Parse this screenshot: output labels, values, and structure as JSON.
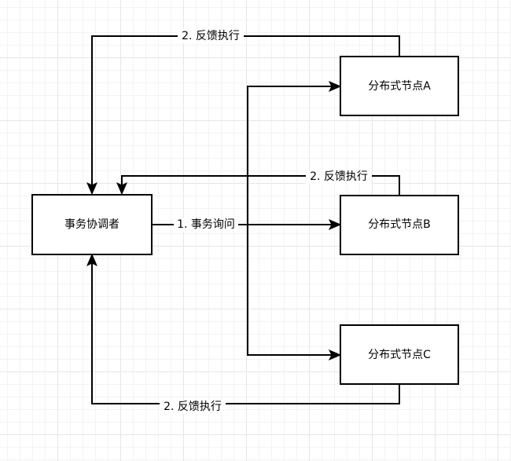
{
  "nodes": {
    "coordinator": "事务协调者",
    "node_a": "分布式节点A",
    "node_b": "分布式节点B",
    "node_c": "分布式节点C"
  },
  "edges": {
    "query": "1. 事务询问",
    "feedback_a": "2. 反馈执行",
    "feedback_b": "2. 反馈执行",
    "feedback_c": "2. 反馈执行"
  },
  "colors": {
    "stroke": "#000000",
    "node_fill": "#ffffff",
    "canvas_bg": "#ffffff",
    "grid": "#e6e6e6"
  }
}
